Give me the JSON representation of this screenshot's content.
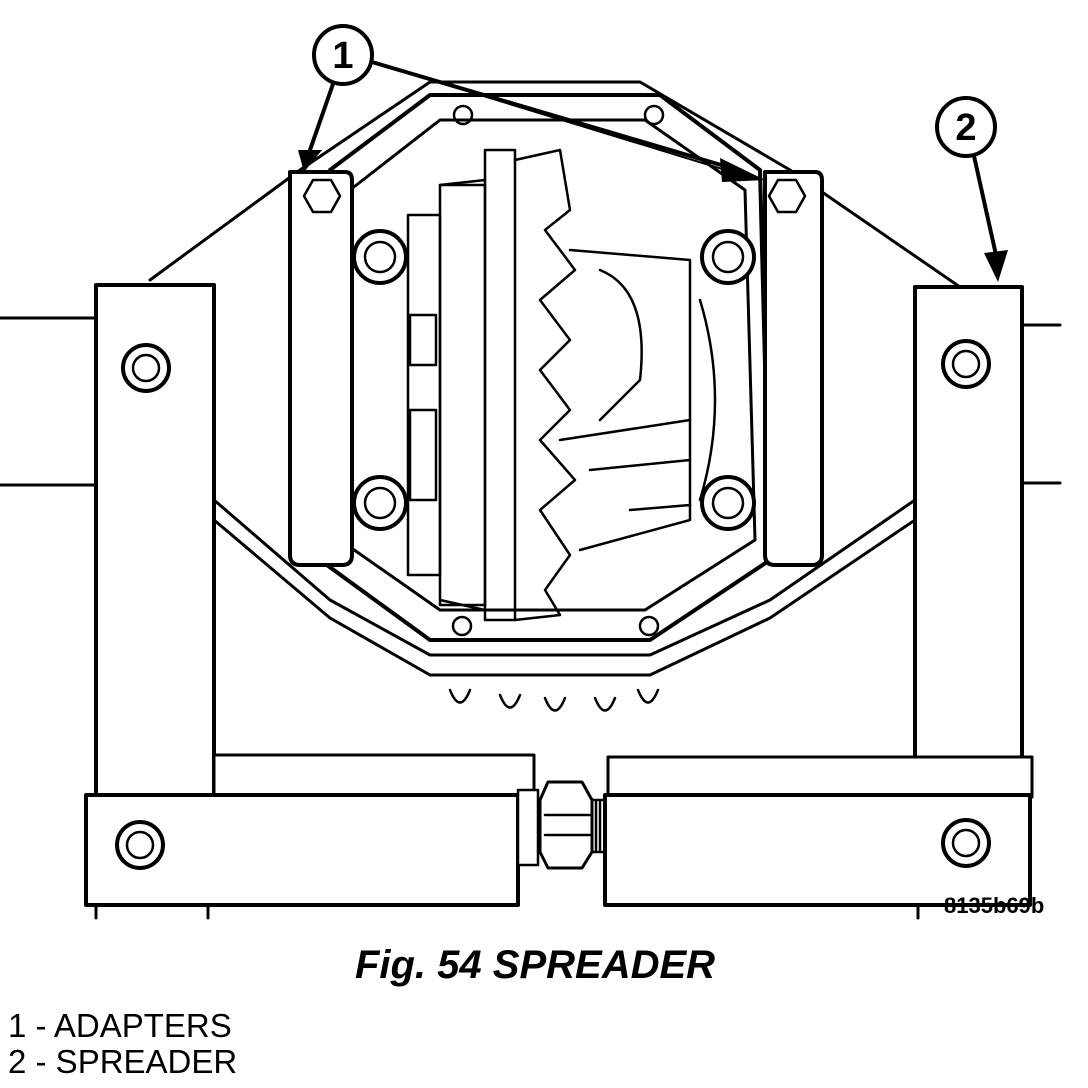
{
  "figure": {
    "caption": "Fig. 54 SPREADER",
    "ref_code": "8135b69b",
    "callouts": [
      {
        "number": "1",
        "label": "ADAPTERS"
      },
      {
        "number": "2",
        "label": "SPREADER"
      }
    ],
    "legend": [
      "1 - ADAPTERS",
      "2 - SPREADER"
    ]
  },
  "colors": {
    "ink": "#000000",
    "paper": "#ffffff"
  }
}
